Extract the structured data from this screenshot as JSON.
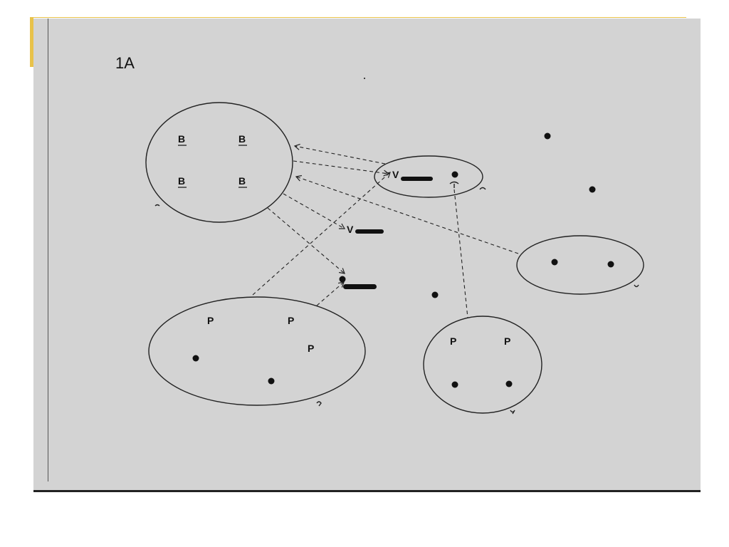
{
  "figure": {
    "label": "1A"
  },
  "sets": {
    "b_set": {
      "letters": [
        "B",
        "B",
        "B",
        "B"
      ]
    },
    "p_left": {
      "letters": [
        "P",
        "P",
        "P"
      ]
    },
    "p_right": {
      "letters": [
        "P",
        "P"
      ]
    }
  },
  "vector_labels": {
    "upper": "V",
    "lower": "V"
  },
  "colors": {
    "slide_background": "#ffffff",
    "scan_background": "#d3d3d3",
    "accent": "#e8c24a",
    "ink": "#111111"
  }
}
